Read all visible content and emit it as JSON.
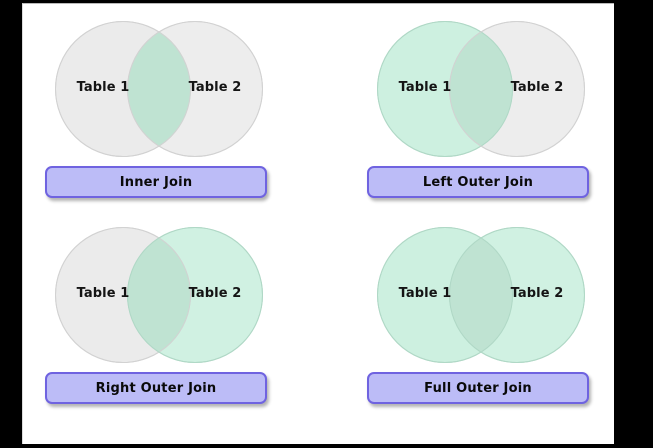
{
  "page": {
    "background_color": "#ffffff",
    "canvas_color": "#000000",
    "title": "SQL Join Types Venn Diagram"
  },
  "colors": {
    "circle_inactive_fill": "#ebebeb",
    "circle_inactive_stroke": "#d2d2d2",
    "circle_active_fill": "#cdf0e0",
    "circle_active_stroke": "#b0d8c6",
    "overlap_highlight": "#bfe3d2",
    "button_fill": "#bcbcf7",
    "button_border": "#6f63e0",
    "label_text": "#141414"
  },
  "panels": [
    {
      "id": "inner-join",
      "button_label": "Inner Join",
      "left_circle": {
        "label": "Table 1",
        "highlighted": false
      },
      "right_circle": {
        "label": "Table 2",
        "highlighted": false
      },
      "intersection_highlighted": true
    },
    {
      "id": "left-outer-join",
      "button_label": "Left Outer Join",
      "left_circle": {
        "label": "Table 1",
        "highlighted": true
      },
      "right_circle": {
        "label": "Table 2",
        "highlighted": false
      },
      "intersection_highlighted": true
    },
    {
      "id": "right-outer-join",
      "button_label": "Right Outer Join",
      "left_circle": {
        "label": "Table 1",
        "highlighted": false
      },
      "right_circle": {
        "label": "Table 2",
        "highlighted": true
      },
      "intersection_highlighted": true
    },
    {
      "id": "full-outer-join",
      "button_label": "Full Outer Join",
      "left_circle": {
        "label": "Table 1",
        "highlighted": true
      },
      "right_circle": {
        "label": "Table 2",
        "highlighted": true
      },
      "intersection_highlighted": true
    }
  ]
}
